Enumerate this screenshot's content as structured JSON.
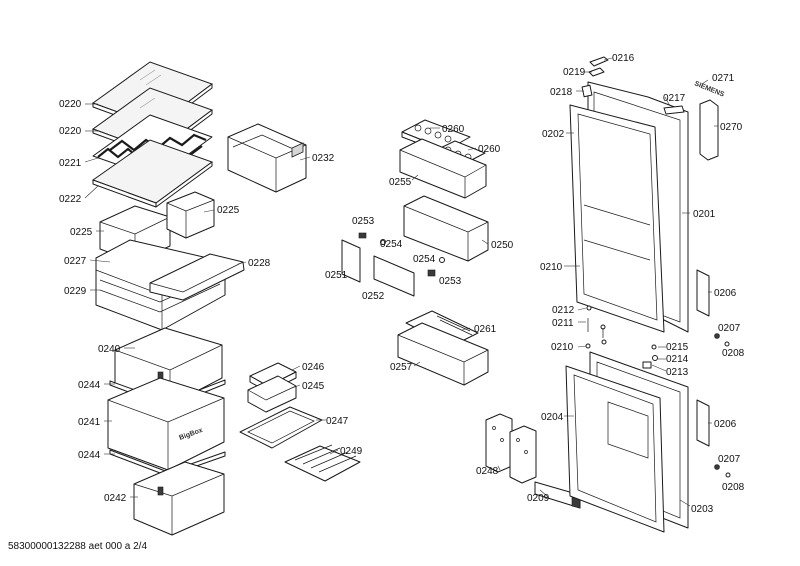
{
  "footer_text": "58300000132288 aet 000 a 2/4",
  "brand_mark": "SIEMENS",
  "crisper_mark": "BigBox",
  "labels": [
    {
      "id": "lbl-0216",
      "text": "0216"
    },
    {
      "id": "lbl-0219",
      "text": "0219"
    },
    {
      "id": "lbl-0271",
      "text": "0271"
    },
    {
      "id": "lbl-0218",
      "text": "0218"
    },
    {
      "id": "lbl-0217",
      "text": "0217"
    },
    {
      "id": "lbl-0270",
      "text": "0270"
    },
    {
      "id": "lbl-0202",
      "text": "0202"
    },
    {
      "id": "lbl-0201",
      "text": "0201"
    },
    {
      "id": "lbl-0210a",
      "text": "0210"
    },
    {
      "id": "lbl-0206a",
      "text": "0206"
    },
    {
      "id": "lbl-0212",
      "text": "0212"
    },
    {
      "id": "lbl-0211",
      "text": "0211"
    },
    {
      "id": "lbl-0207a",
      "text": "0207"
    },
    {
      "id": "lbl-0208a",
      "text": "0208"
    },
    {
      "id": "lbl-0210b",
      "text": "0210"
    },
    {
      "id": "lbl-0215",
      "text": "0215"
    },
    {
      "id": "lbl-0214",
      "text": "0214"
    },
    {
      "id": "lbl-0213",
      "text": "0213"
    },
    {
      "id": "lbl-0204",
      "text": "0204"
    },
    {
      "id": "lbl-0206b",
      "text": "0206"
    },
    {
      "id": "lbl-0207b",
      "text": "0207"
    },
    {
      "id": "lbl-0208b",
      "text": "0208"
    },
    {
      "id": "lbl-0203",
      "text": "0203"
    },
    {
      "id": "lbl-0209",
      "text": "0209"
    },
    {
      "id": "lbl-0248",
      "text": "0248"
    },
    {
      "id": "lbl-0220a",
      "text": "0220"
    },
    {
      "id": "lbl-0220b",
      "text": "0220"
    },
    {
      "id": "lbl-0221",
      "text": "0221"
    },
    {
      "id": "lbl-0222",
      "text": "0222"
    },
    {
      "id": "lbl-0225a",
      "text": "0225"
    },
    {
      "id": "lbl-0225b",
      "text": "0225"
    },
    {
      "id": "lbl-0227",
      "text": "0227"
    },
    {
      "id": "lbl-0228",
      "text": "0228"
    },
    {
      "id": "lbl-0229",
      "text": "0229"
    },
    {
      "id": "lbl-0232",
      "text": "0232"
    },
    {
      "id": "lbl-0240",
      "text": "0240"
    },
    {
      "id": "lbl-0244a",
      "text": "0244"
    },
    {
      "id": "lbl-0241",
      "text": "0241"
    },
    {
      "id": "lbl-0244b",
      "text": "0244"
    },
    {
      "id": "lbl-0242",
      "text": "0242"
    },
    {
      "id": "lbl-0246",
      "text": "0246"
    },
    {
      "id": "lbl-0245",
      "text": "0245"
    },
    {
      "id": "lbl-0247",
      "text": "0247"
    },
    {
      "id": "lbl-0249",
      "text": "0249"
    },
    {
      "id": "lbl-0260a",
      "text": "0260"
    },
    {
      "id": "lbl-0260b",
      "text": "0260"
    },
    {
      "id": "lbl-0255",
      "text": "0255"
    },
    {
      "id": "lbl-0253a",
      "text": "0253"
    },
    {
      "id": "lbl-0254a",
      "text": "0254"
    },
    {
      "id": "lbl-0250",
      "text": "0250"
    },
    {
      "id": "lbl-0254b",
      "text": "0254"
    },
    {
      "id": "lbl-0251",
      "text": "0251"
    },
    {
      "id": "lbl-0253b",
      "text": "0253"
    },
    {
      "id": "lbl-0252",
      "text": "0252"
    },
    {
      "id": "lbl-0261",
      "text": "0261"
    },
    {
      "id": "lbl-0257",
      "text": "0257"
    }
  ]
}
